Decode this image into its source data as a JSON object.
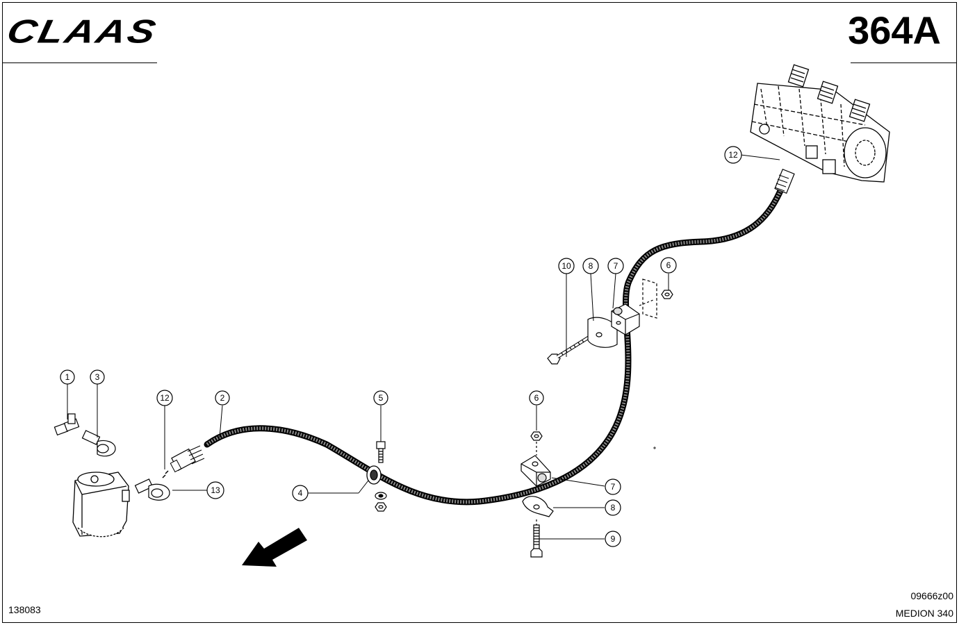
{
  "header": {
    "logo_text": "CLAAS",
    "page_number": "364A"
  },
  "footer": {
    "drawing_id": "138083",
    "figure_code": "09666z00",
    "model": "MEDION 340"
  },
  "callouts": [
    {
      "id": "c1",
      "label": "1"
    },
    {
      "id": "c3",
      "label": "3"
    },
    {
      "id": "c12a",
      "label": "12"
    },
    {
      "id": "c2",
      "label": "2"
    },
    {
      "id": "c5",
      "label": "5"
    },
    {
      "id": "c6a",
      "label": "6"
    },
    {
      "id": "c4",
      "label": "4"
    },
    {
      "id": "c13",
      "label": "13"
    },
    {
      "id": "c7a",
      "label": "7"
    },
    {
      "id": "c8a",
      "label": "8"
    },
    {
      "id": "c9",
      "label": "9"
    },
    {
      "id": "c10",
      "label": "10"
    },
    {
      "id": "c8b",
      "label": "8"
    },
    {
      "id": "c7b",
      "label": "7"
    },
    {
      "id": "c6b",
      "label": "6"
    },
    {
      "id": "c12b",
      "label": "12"
    }
  ]
}
